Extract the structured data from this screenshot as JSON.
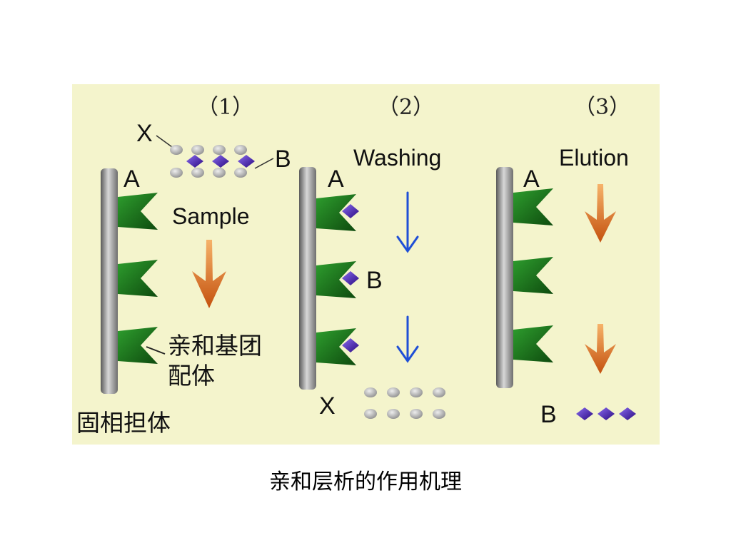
{
  "figure": {
    "panels": [
      {
        "step": "（1）",
        "action": "Sample",
        "ligand_label": "A",
        "target_label": "B",
        "impurity_label": "X",
        "affinity_label_line1": "亲和基团",
        "affinity_label_line2": "配体",
        "support_label": "固相担体"
      },
      {
        "step": "（2）",
        "action": "Washing",
        "ligand_label": "A",
        "target_label": "B",
        "impurity_label": "X"
      },
      {
        "step": "（3）",
        "action": "Elution",
        "ligand_label": "A",
        "target_label": "B"
      }
    ],
    "colors": {
      "background": "#f4f4cc",
      "ligand_green": "#1f7a1f",
      "target_purple": "#4a1aa8",
      "impurity_gray": "#b5b5b5",
      "wash_arrow_blue": "#1f4fd6",
      "flow_arrow_orange": "#d9661a"
    }
  },
  "caption": "亲和层析的作用机理"
}
